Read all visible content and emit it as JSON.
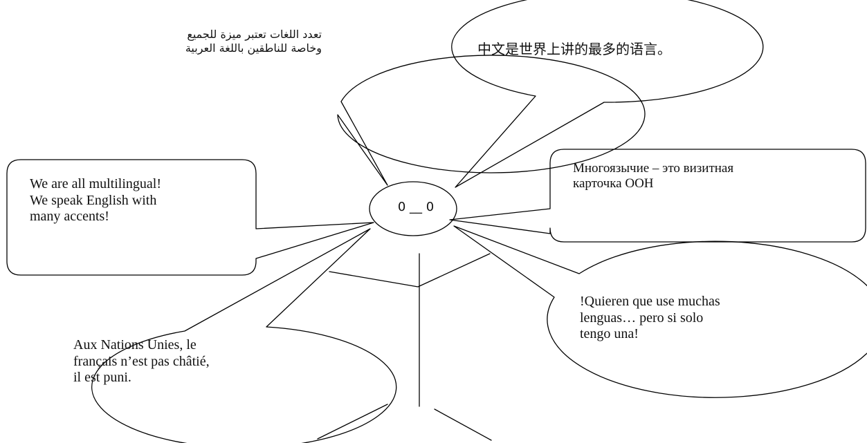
{
  "bubbles": {
    "arabic": "تعدد اللغات تعتبر ميزة للجميع\nوخاصة للناطقين باللغة العربية",
    "chinese": "中文是世界上讲的最多的语言。",
    "russian": "Многоязычие – это визитная\nкарточка ООН",
    "english": "We are all multilingual!\nWe speak English with\nmany accents!",
    "spanish": "!Quieren que use muchas\nlenguas… pero si solo\ntengo una!",
    "french": "Aux Nations Unies, le\nfrançais n’est pas châtié,\nil est puni."
  },
  "figure": {
    "face": "0 __ 0"
  }
}
